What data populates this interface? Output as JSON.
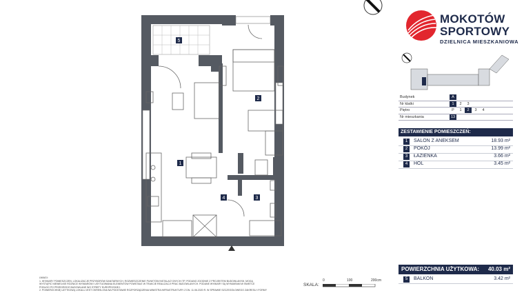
{
  "brand": {
    "line1": "MOKOTÓW",
    "line2": "SPORTOWY",
    "subtitle": "DZIELNICA MIESZKANIOWA",
    "color": "#e2262e"
  },
  "plan": {
    "room_labels": [
      "1",
      "2",
      "3",
      "4",
      "5"
    ],
    "wall_color": "#555a62",
    "compass": "compass-icon"
  },
  "info": {
    "rows": [
      {
        "label": "Budynek",
        "cells": [
          "A"
        ],
        "active": 0
      },
      {
        "label": "Nr klatki",
        "cells": [
          "1",
          "2",
          "3"
        ],
        "active": 0
      },
      {
        "label": "Piętro",
        "cells": [
          "P",
          "1",
          "2",
          "3",
          "4"
        ],
        "active": 2
      },
      {
        "label": "Nr mieszkania",
        "cells": [
          "13"
        ],
        "active": 0
      }
    ]
  },
  "rooms": {
    "header": "ZESTAWIENIE POMIESZCZEŃ:",
    "items": [
      {
        "num": "1",
        "name": "SALON Z ANEKSEM",
        "area": "18.93 m²"
      },
      {
        "num": "2",
        "name": "POKÓJ",
        "area": "13.99 m²"
      },
      {
        "num": "3",
        "name": "ŁAZIENKA",
        "area": "3.66 m²"
      },
      {
        "num": "4",
        "name": "HOL",
        "area": "3.45 m²"
      }
    ],
    "total_label": "POWIERZCHNIA UŻYTKOWA:",
    "total_value": "40.03 m²",
    "balcony": {
      "num": "5",
      "name": "BALKON",
      "area": "3.42 m²"
    }
  },
  "notes": {
    "title": "UWAGI:",
    "lines": [
      "1. WYMIARY POMIESZCZEŃ, LOKALIZACJE PRZYBORÓW SANITARNYCH, ROZMIESZCZENIE PUNKTÓW INSTALACYJNYCH ITP. PODANO ZGODNIE Z PROJEKTEM BUDOWLANYM. MOGĄ",
      "WYSTĄPIĆ NIEWIELKIE RÓŻNICE WYMIARÓW I USYTUOWANIA ELEMENTÓW POWSTAŁE W TRAKCIE REALIZACJI PRAC BUDOWLANYCH. PODANE WYMIARY SĄ WYMIARAMI W ŚWIETLE",
      "PODŁÓG PO PRZEGRODÓ BUDOWLANE WG STREFY EUROPEJSKIEJ.",
      "2. POWIERZCHNIĘ UŻYTKOWĄ LOKALU JEST OKREŚLONA NA PODSTAWIE ROZPORZĄDZENIA MINISTRA INFRASTRUKTURY Z DN. 11.06.2020 R. W SPRAWIE SZCZEGÓŁOWEGO ZAKRESU I FORMY"
    ]
  },
  "scale": {
    "label": "SKALA:",
    "ticks": [
      "0",
      "100",
      "200cm"
    ]
  }
}
